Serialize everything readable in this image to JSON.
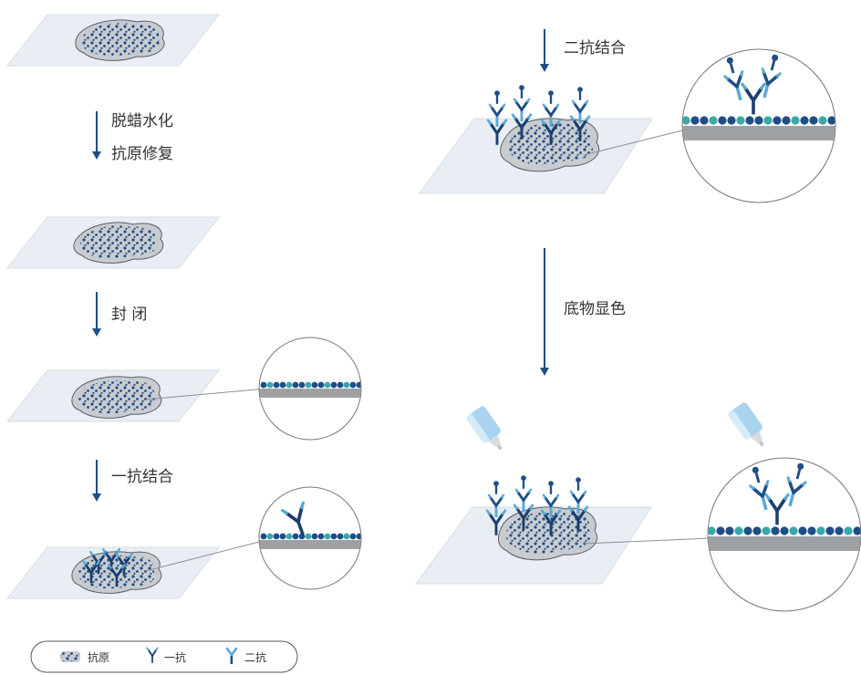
{
  "steps": {
    "deparaffin": "脱蜡水化",
    "retrieval": "抗原修复",
    "block": "封 闭",
    "primary": "一抗结合",
    "secondary": "二抗结合",
    "substrate": "底物显色"
  },
  "legend": {
    "antigen": "抗原",
    "primary": "一抗",
    "secondary": "二抗"
  },
  "colors": {
    "dark_blue": "#1f4e86",
    "navy": "#1a3f6f",
    "light_blue": "#5aa9d6",
    "teal": "#3aa8a8",
    "gray_bar": "#9ea1a3",
    "slide": "#e8eef3",
    "tissue": "#c9cccf"
  },
  "icons": [
    "antigen-icon",
    "primary-antibody-icon",
    "secondary-antibody-icon",
    "dropper-icon",
    "arrow-down-icon"
  ]
}
